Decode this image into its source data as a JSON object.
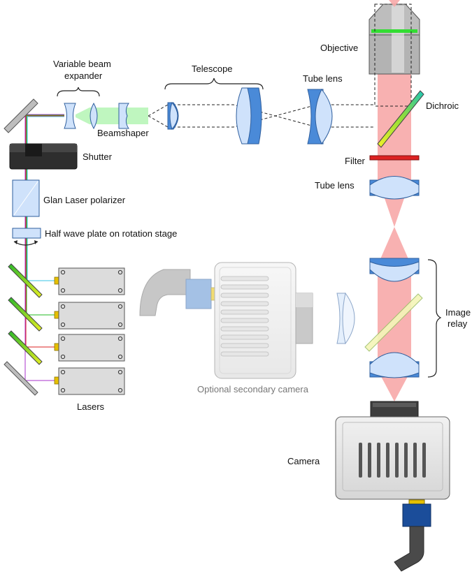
{
  "labels": {
    "variable_beam_expander_1": "Variable beam",
    "variable_beam_expander_2": "expander",
    "beamshaper": "Beamshaper",
    "telescope": "Telescope",
    "tube_lens_top": "Tube lens",
    "objective": "Objective",
    "dichroic": "Dichroic",
    "filter": "Filter",
    "tube_lens_bottom": "Tube lens",
    "shutter": "Shutter",
    "glan_laser_polarizer": "Glan Laser polarizer",
    "half_wave_plate": "Half wave plate on rotation stage",
    "image_relay_1": "Image",
    "image_relay_2": "relay",
    "lasers": "Lasers",
    "optional_secondary_camera": "Optional secondary camera",
    "camera": "Camera"
  },
  "colors": {
    "lens_fill": "#cfe2fb",
    "lens_stroke": "#2f5f9e",
    "lens_dark": "#4a8ad8",
    "beam_red": "#f7a8a8",
    "beam_green": "#b8f5b8",
    "laser_cyan": "#36c6e6",
    "laser_green": "#22bb22",
    "laser_red": "#dd2222",
    "laser_purple": "#aa33cc",
    "device_grey": "#dcdcdc"
  }
}
